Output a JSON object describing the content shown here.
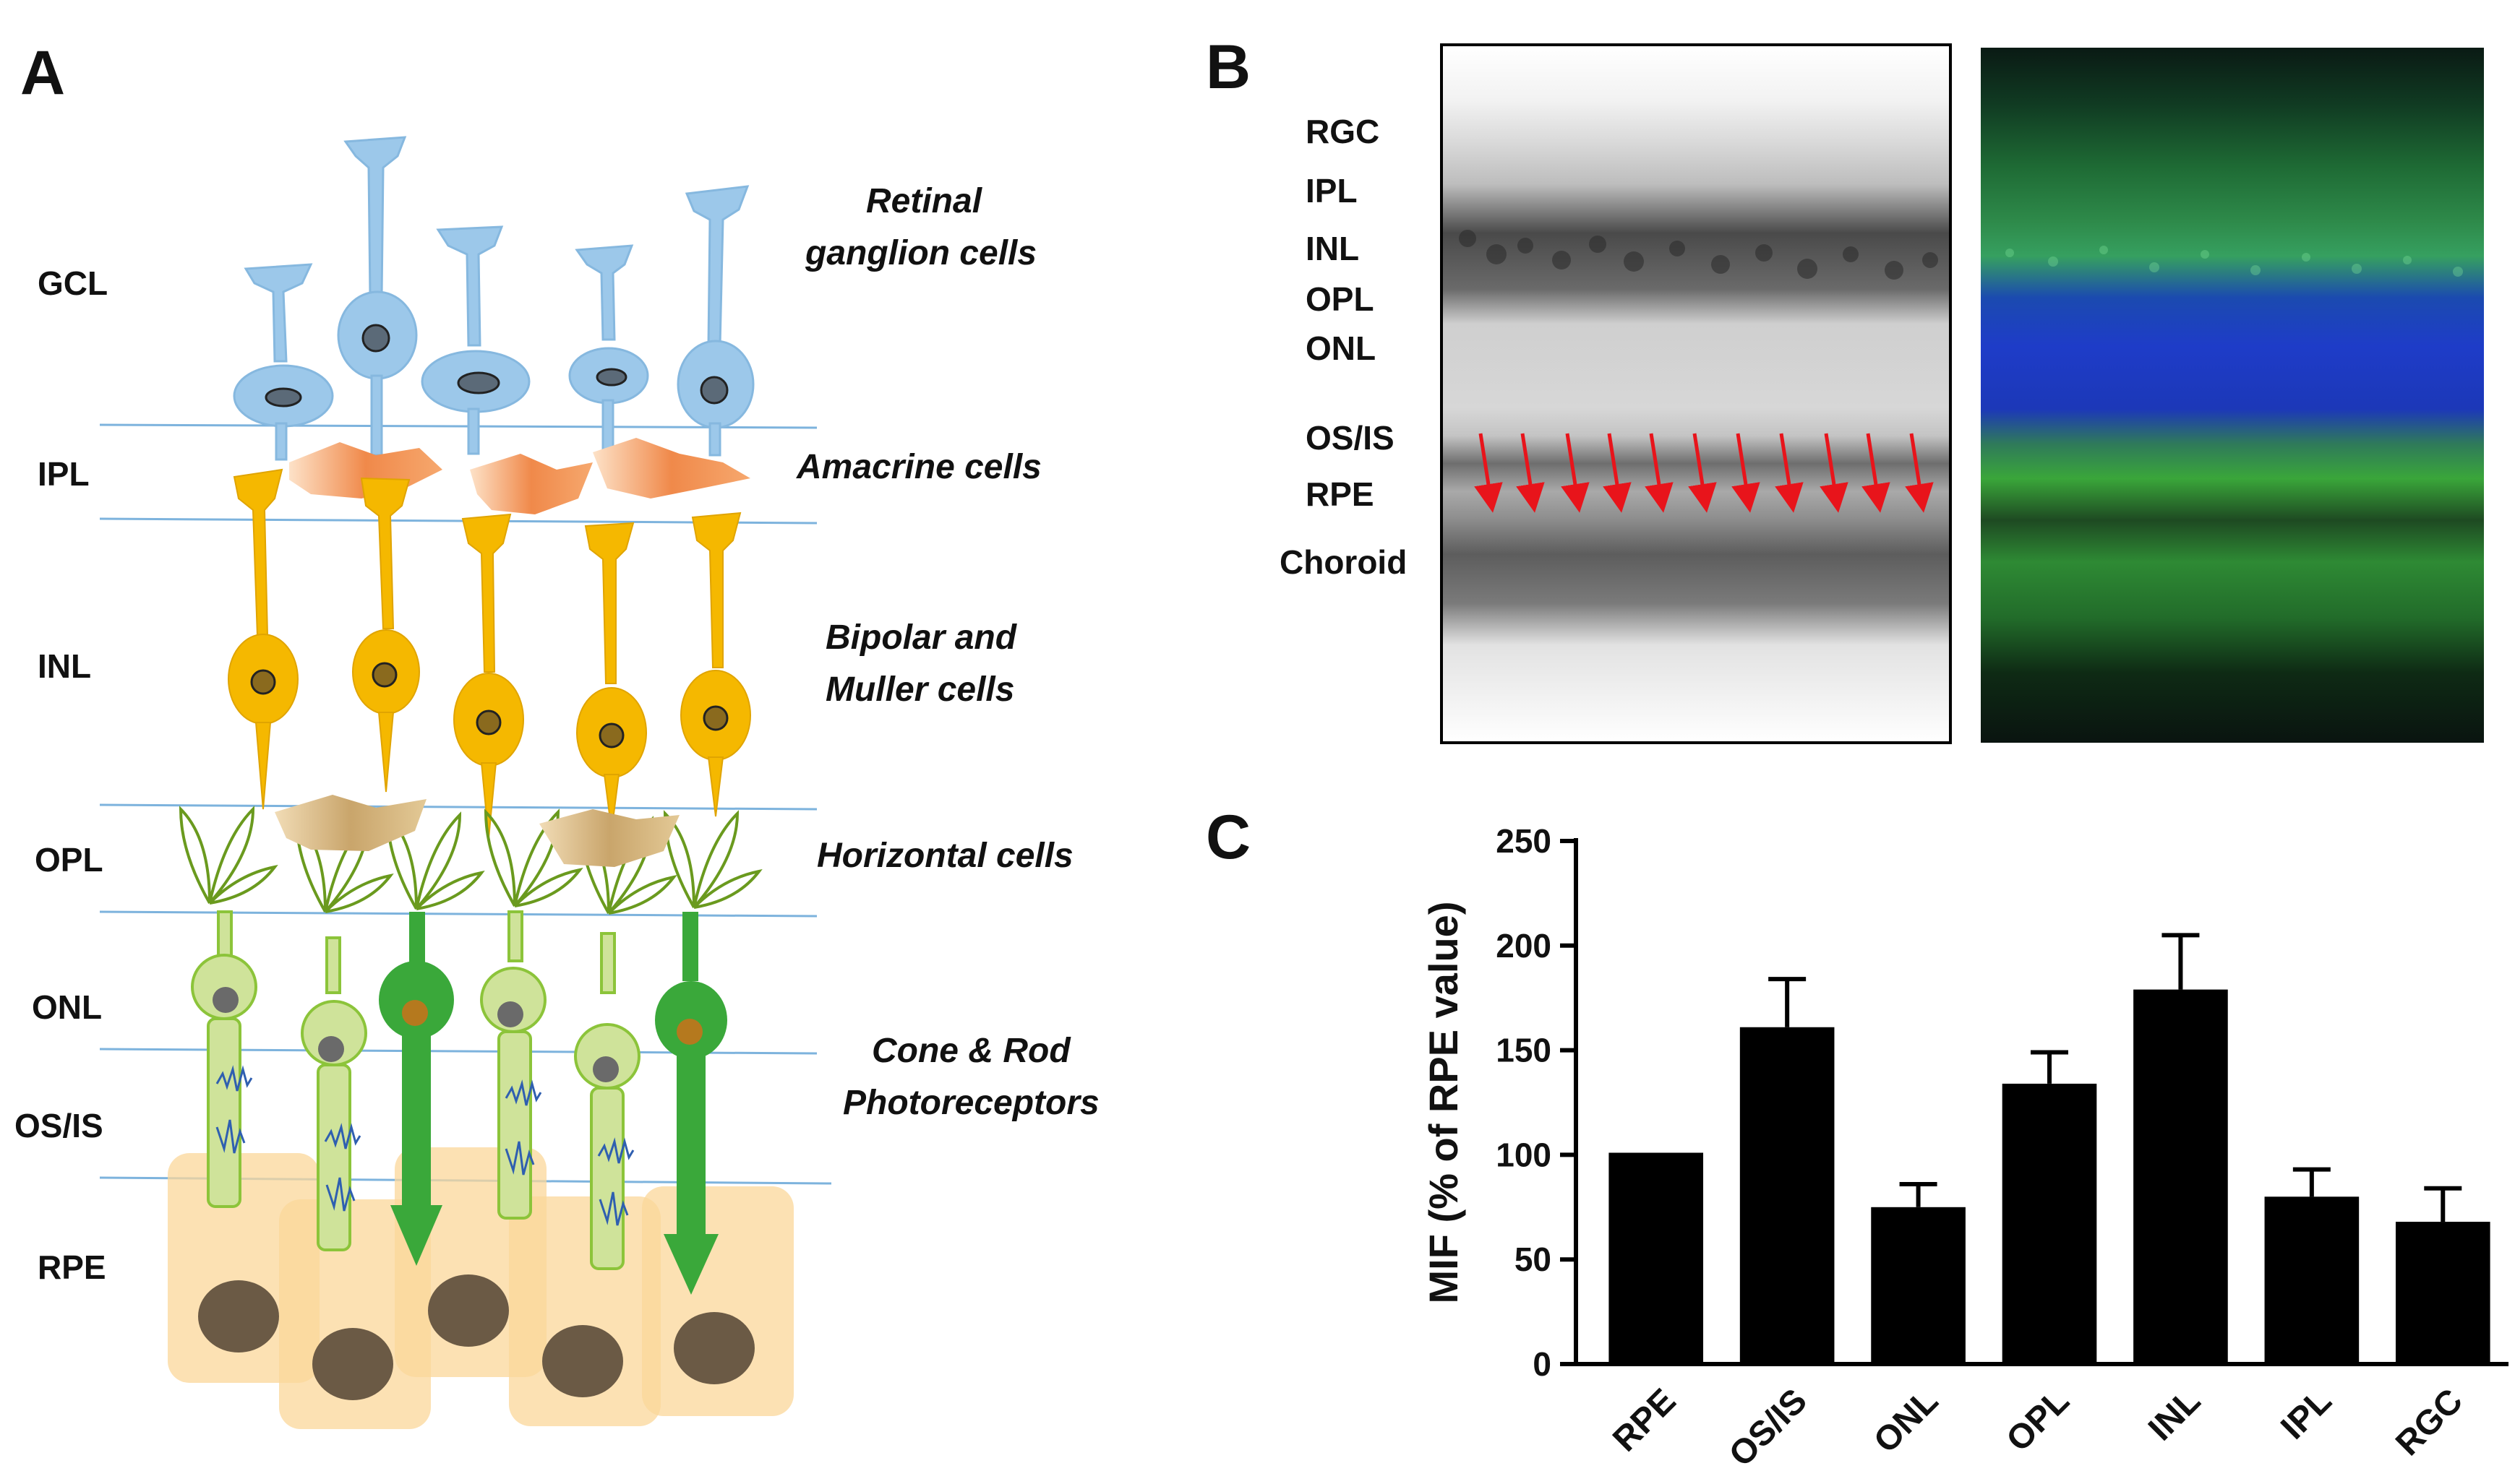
{
  "panels": {
    "a": "A",
    "b": "B",
    "c": "C"
  },
  "panel_a": {
    "layers": [
      "GCL",
      "IPL",
      "INL",
      "OPL",
      "ONL",
      "OS/IS",
      "RPE"
    ],
    "cells": {
      "ganglion_1": "Retinal",
      "ganglion_2": "ganglion cells",
      "amacrine": "Amacrine cells",
      "bipolar_1": "Bipolar and",
      "bipolar_2": "Muller cells",
      "horizontal": "Horizontal  cells",
      "photo_1": "Cone & Rod",
      "photo_2": "Photoreceptors"
    },
    "colors": {
      "ganglion": "#9cc8ea",
      "amacrine": "#f0894a",
      "bipolar": "#f5b800",
      "horizontal": "#c9a56b",
      "cone": "#cfe39a",
      "rod": "#3aa83a",
      "rpe": "#fbd79a",
      "nucleus": "#6b5a45"
    }
  },
  "panel_b": {
    "layers": [
      "RGC",
      "IPL",
      "INL",
      "OPL",
      "ONL",
      "OS/IS",
      "RPE",
      "Choroid"
    ],
    "colors": {
      "arrow": "#e8141b",
      "dapi": "#1e3cc8",
      "stain": "#3cb43c"
    }
  },
  "chart_data": {
    "type": "bar",
    "categories": [
      "RPE",
      "OS/IS",
      "ONL",
      "OPL",
      "INL",
      "IPL",
      "RGC"
    ],
    "values": [
      101,
      161,
      75,
      134,
      179,
      80,
      68
    ],
    "errors": [
      0,
      23,
      11,
      15,
      26,
      13,
      16
    ],
    "ylabel": "MIF (% of RPE value)",
    "ylim": [
      0,
      250
    ],
    "yticks": [
      0,
      50,
      100,
      150,
      200,
      250
    ],
    "bar_color": "#000000"
  }
}
